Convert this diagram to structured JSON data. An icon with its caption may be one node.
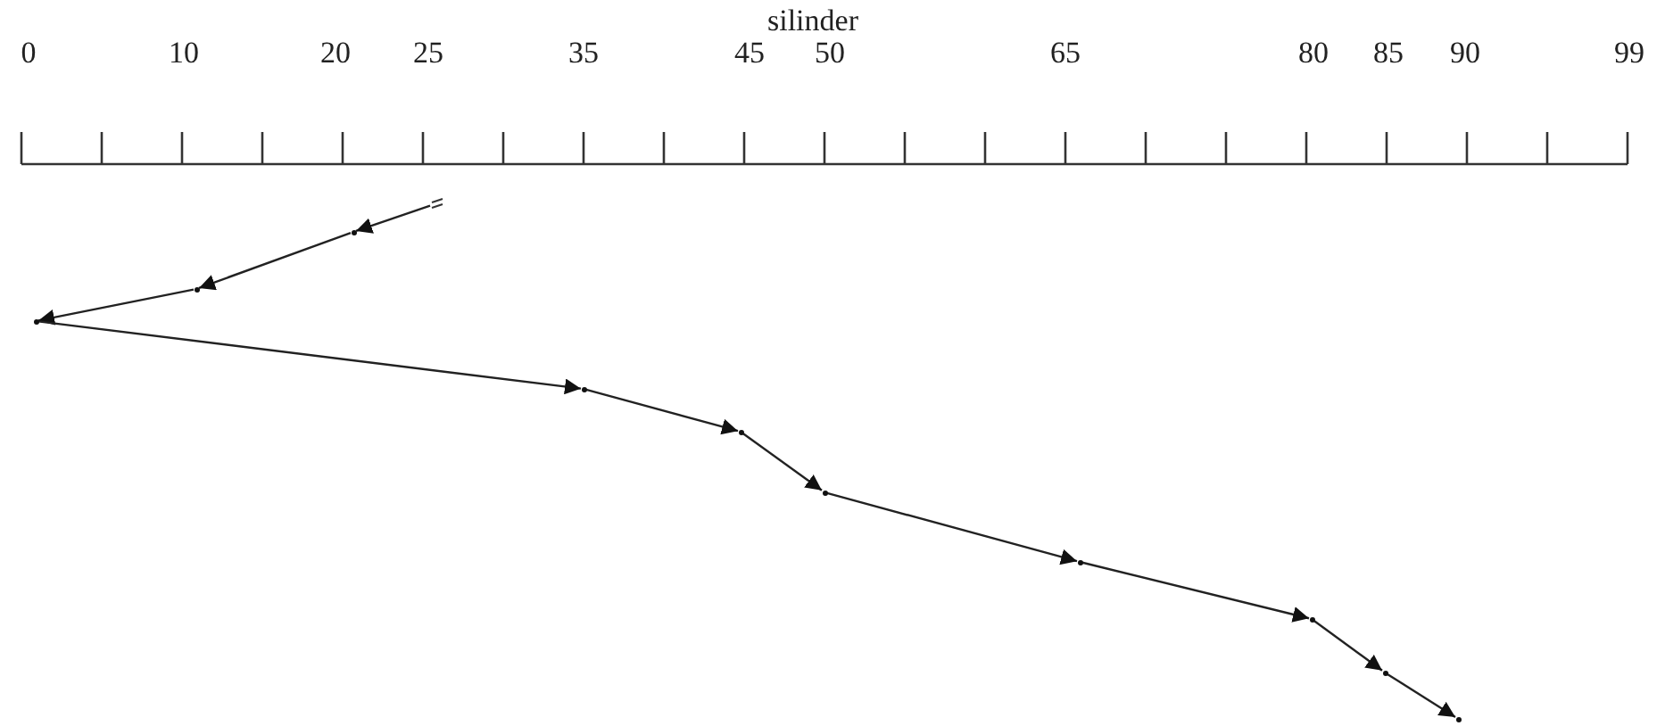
{
  "diagram": {
    "title": "silinder",
    "nodes": [
      {
        "text": [],
        "shape": "bar"
      },
      {
        "text": [],
        "shape": "point"
      },
      {
        "text": [],
        "shape": "point"
      },
      {
        "text": [],
        "shape": "point"
      },
      {
        "text": [],
        "shape": "point"
      },
      {
        "text": [],
        "shape": "point"
      },
      {
        "text": [],
        "shape": "point"
      },
      {
        "text": [],
        "shape": "point"
      },
      {
        "text": [],
        "shape": "point"
      },
      {
        "text": [],
        "shape": "point"
      },
      {
        "text": [],
        "shape": "point"
      }
    ],
    "edges": [
      {
        "from": 0,
        "to": 1,
        "arrow": "to"
      },
      {
        "from": 1,
        "to": 2,
        "arrow": "to"
      },
      {
        "from": 2,
        "to": 3,
        "arrow": "to"
      },
      {
        "from": 3,
        "to": 4,
        "arrow": "to"
      },
      {
        "from": 4,
        "to": 5,
        "arrow": "to"
      },
      {
        "from": 5,
        "to": 6,
        "arrow": "to"
      },
      {
        "from": 6,
        "to": 7,
        "arrow": "to"
      },
      {
        "from": 7,
        "to": 8,
        "arrow": "to"
      },
      {
        "from": 8,
        "to": 9,
        "arrow": "to"
      },
      {
        "from": 9,
        "to": 10,
        "arrow": "to"
      }
    ],
    "labels": [
      "0",
      "10",
      "20",
      "25",
      "35",
      "45",
      "50",
      "65",
      "80",
      "85",
      "90",
      "99"
    ]
  }
}
